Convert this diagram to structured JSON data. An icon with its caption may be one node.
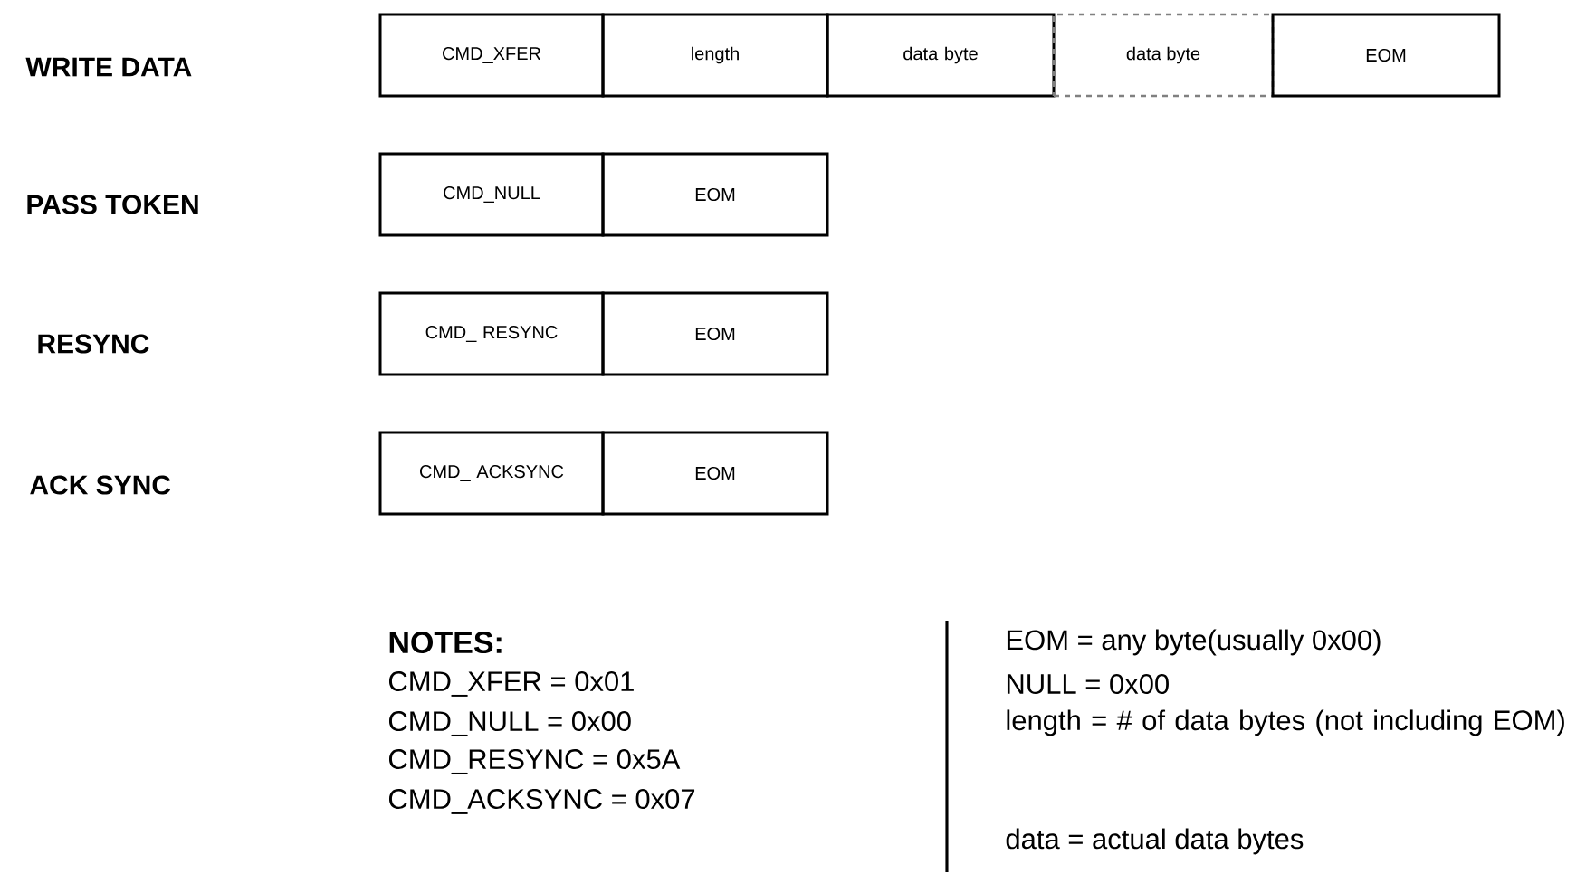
{
  "diagram": {
    "nodes": [
      {
        "text": [
          "CMD_XFER"
        ]
      },
      {
        "text": [
          "length"
        ]
      },
      {
        "text": [
          "data byte"
        ]
      },
      {
        "text": [
          "data byte"
        ]
      },
      {
        "text": [
          "EOM"
        ]
      },
      {
        "text": [
          "CMD_NULL"
        ]
      },
      {
        "text": [
          "EOM"
        ]
      },
      {
        "text": [
          "CMD_ RESYNC"
        ]
      },
      {
        "text": [
          "EOM"
        ]
      },
      {
        "text": [
          "CMD_ ACKSYNC"
        ]
      },
      {
        "text": [
          "EOM"
        ]
      }
    ],
    "labels": [
      "WRITE DATA",
      "PASS TOKEN",
      "RESYNC",
      "ACK SYNC",
      "NOTES:",
      "CMD_XFER = 0x01",
      "CMD_NULL = 0x00",
      "CMD_RESYNC = 0x5A",
      "CMD_ACKSYNC = 0x07",
      "EOM = any byte(usually 0x00)",
      "NULL = 0x00",
      "length = # of data bytes (not including EOM)",
      "data = actual data bytes"
    ]
  }
}
